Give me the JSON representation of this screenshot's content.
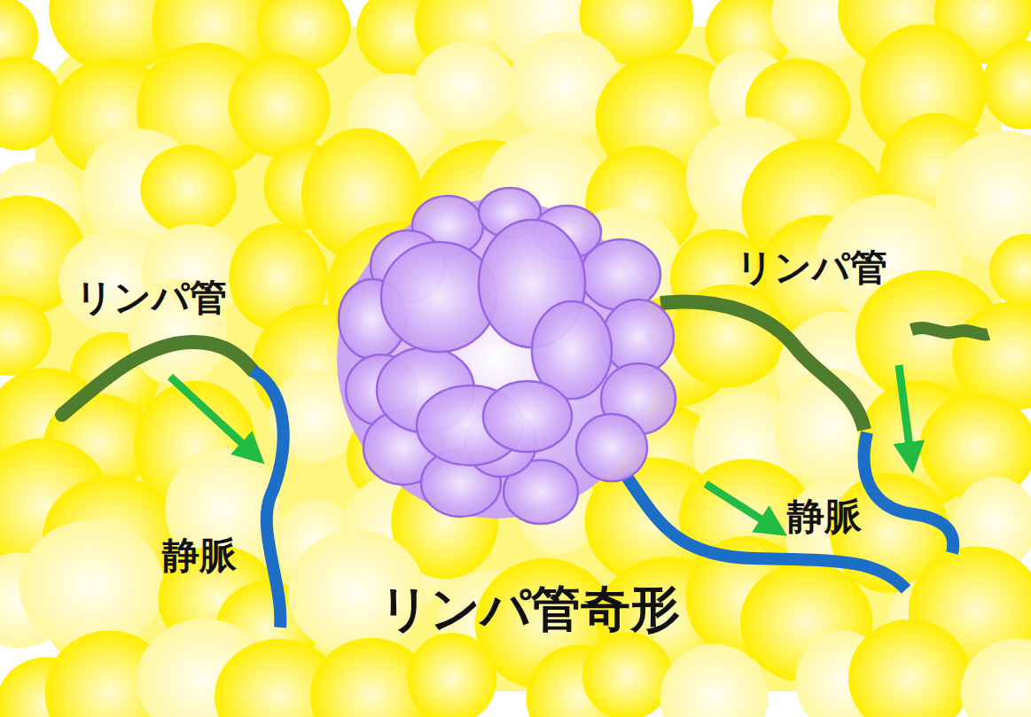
{
  "diagram": {
    "labels": [
      "リンパ管",
      "リンパ管",
      "静脈",
      "静脈",
      "リンパ管奇形"
    ]
  }
}
